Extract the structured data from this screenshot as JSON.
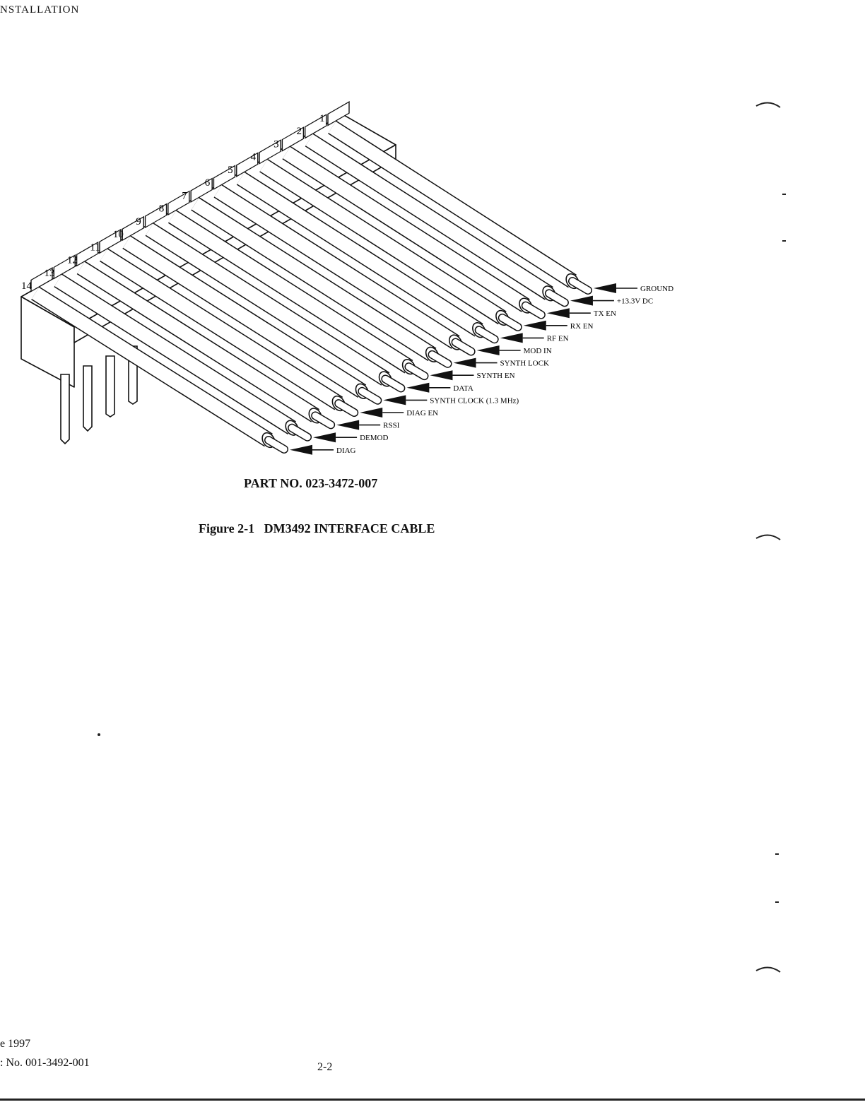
{
  "header": {
    "title": "NSTALLATION"
  },
  "figure": {
    "pins": [
      {
        "number": "1",
        "signal": "GROUND"
      },
      {
        "number": "2",
        "signal": "+13.3V DC"
      },
      {
        "number": "3",
        "signal": "TX EN"
      },
      {
        "number": "4",
        "signal": "RX EN"
      },
      {
        "number": "5",
        "signal": "RF EN"
      },
      {
        "number": "6",
        "signal": "MOD IN"
      },
      {
        "number": "7",
        "signal": "SYNTH LOCK"
      },
      {
        "number": "8",
        "signal": "SYNTH EN"
      },
      {
        "number": "9",
        "signal": "DATA"
      },
      {
        "number": "10",
        "signal": "SYNTH CLOCK (1.3 MHz)"
      },
      {
        "number": "11",
        "signal": "DIAG EN"
      },
      {
        "number": "12",
        "signal": "RSSI"
      },
      {
        "number": "13",
        "signal": "DEMOD"
      },
      {
        "number": "14",
        "signal": "DIAG"
      }
    ],
    "part_number": "PART NO. 023-3472-007",
    "caption": "Figure 2-1   DM3492 INTERFACE CABLE"
  },
  "footer": {
    "date": "e 1997",
    "manual": ": No. 001-3492-001",
    "page": "2-2"
  }
}
